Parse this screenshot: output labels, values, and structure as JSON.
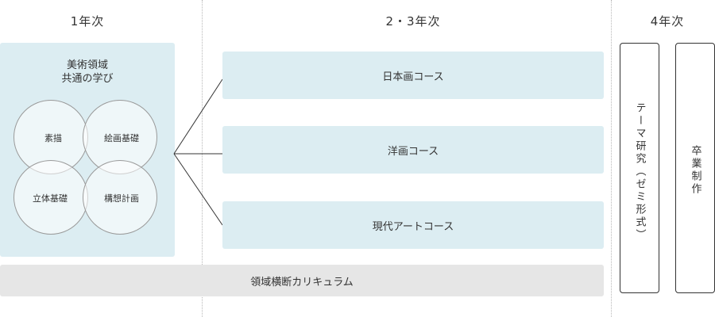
{
  "columns": {
    "year1": "1年次",
    "year23": "2・3年次",
    "year4": "4年次"
  },
  "first_year": {
    "title_line1": "美術領域",
    "title_line2": "共通の学び",
    "circles": [
      "素描",
      "絵画基礎",
      "立体基礎",
      "構想計画"
    ]
  },
  "courses": [
    "日本画コース",
    "洋画コース",
    "現代アートコース"
  ],
  "cross_curriculum": "領域横断カリキュラム",
  "year4_boxes": [
    "テーマ研究（ゼミ形式）",
    "卒業制作"
  ],
  "colors": {
    "panel_blue": "#dcedf2",
    "cross_gray": "#e6e6e6",
    "line": "#333333"
  }
}
